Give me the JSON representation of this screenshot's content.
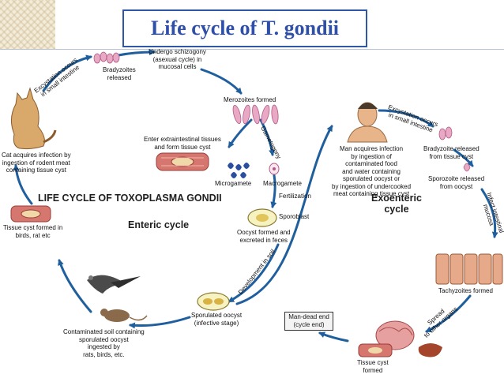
{
  "title": "Life cycle of T. gondii",
  "headings": {
    "main": "LIFE CYCLE OF TOXOPLASMA GONDII",
    "enteric": "Enteric cycle",
    "exoenteric_line1": "Exoenteric",
    "exoenteric_line2": "cycle"
  },
  "labels": {
    "schizogony": [
      "Undergo schizogony",
      "(asexual cycle) in",
      "mucosal cells"
    ],
    "bradyzoites_released": [
      "Bradyzoites",
      "released"
    ],
    "excystation_cat": [
      "Excystation occurs",
      "in small intestine"
    ],
    "merozoites": "Merozoites formed",
    "gametogony": "Gametogony",
    "extraintestinal": [
      "Enter extraintestinal tissues",
      "and form tissue cyst"
    ],
    "microgamete": "Microgamete",
    "macrogamete": "Macrogamete",
    "fertilization": "Fertilization",
    "sporoblast": "Sporoblast",
    "oocyst_feces": [
      "Oocyst formed and",
      "excreted in feces"
    ],
    "development_soil": "Development in soil",
    "sporulated_oocyst": [
      "Sporulated oocyst",
      "(infective stage)"
    ],
    "contaminated_soil": [
      "Contaminated soil containing",
      "sporulated oocyst",
      "ingested by",
      "rats, birds, etc."
    ],
    "tissue_cyst_birds": [
      "Tissue cyst formed in",
      "birds, rat etc"
    ],
    "cat_infection": [
      "Cat acquires infection by",
      "ingestion of rodent meat",
      "containing tissue cyst"
    ],
    "man_infection": [
      "Man acquires infection",
      "by ingestion of",
      "contaminated food",
      "and water containing",
      "sporulated oocyst or",
      "by ingestion of undercooked",
      "meat containing tissue cyst"
    ],
    "excystation_man": [
      "Excystation occurs",
      "in small intestine"
    ],
    "bradyzoite_tissue": [
      "Bradyzoite released",
      "from tissue cyst"
    ],
    "sporozoite": [
      "Sporozoite released",
      "from oocyst"
    ],
    "infect_mucosa": [
      "Infect intestinal",
      "mucosa"
    ],
    "tachyzoites": "Tachyzoites formed",
    "spread_organs": [
      "Spread",
      "to other organs"
    ],
    "man_dead_end": [
      "Man-dead end",
      "(cycle end)"
    ],
    "tissue_cyst_formed": [
      "Tissue cyst",
      "formed"
    ]
  },
  "colors": {
    "arrow": "#1f5f9e",
    "title": "#2f4fa8",
    "border": "#2f57a8"
  }
}
